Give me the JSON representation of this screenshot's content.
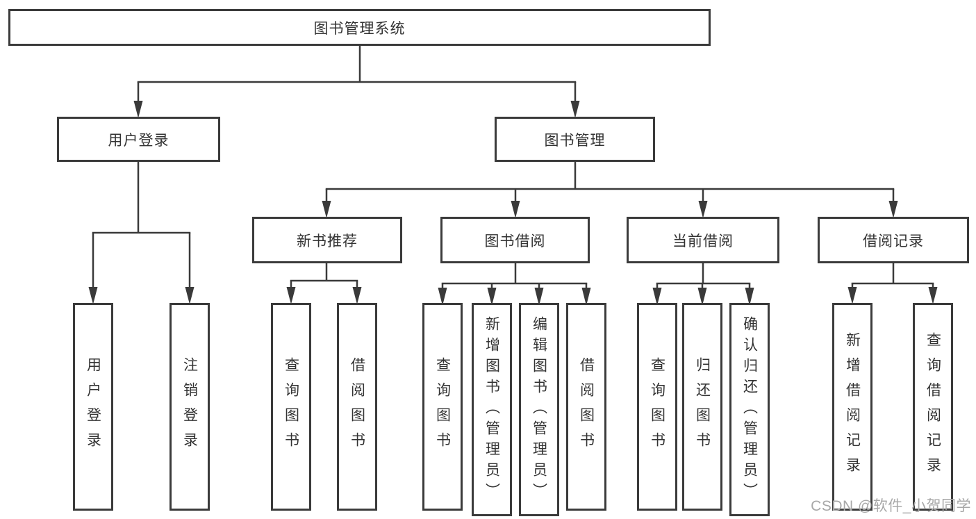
{
  "tree": {
    "root": "图书管理系统",
    "children": [
      {
        "label": "用户登录",
        "children": [
          {
            "label": "用户登录"
          },
          {
            "label": "注销登录"
          }
        ]
      },
      {
        "label": "图书管理",
        "children": [
          {
            "label": "新书推荐",
            "children": [
              {
                "label": "查询图书"
              },
              {
                "label": "借阅图书"
              }
            ]
          },
          {
            "label": "图书借阅",
            "children": [
              {
                "label": "查询图书"
              },
              {
                "label": "新增图书（管理员）"
              },
              {
                "label": "编辑图书（管理员）"
              },
              {
                "label": "借阅图书"
              }
            ]
          },
          {
            "label": "当前借阅",
            "children": [
              {
                "label": "查询图书"
              },
              {
                "label": "归还图书"
              },
              {
                "label": "确认归还（管理员）"
              }
            ]
          },
          {
            "label": "借阅记录",
            "children": [
              {
                "label": "新增借阅记录"
              },
              {
                "label": "查询借阅记录"
              }
            ]
          }
        ]
      }
    ]
  },
  "watermark": "CSDN @软件_小贺同学",
  "colors": {
    "line": "#3a3a3a",
    "box_border": "#3b3b3b",
    "text": "#333333",
    "watermark": "#a8a8a8",
    "background": "#ffffff"
  }
}
